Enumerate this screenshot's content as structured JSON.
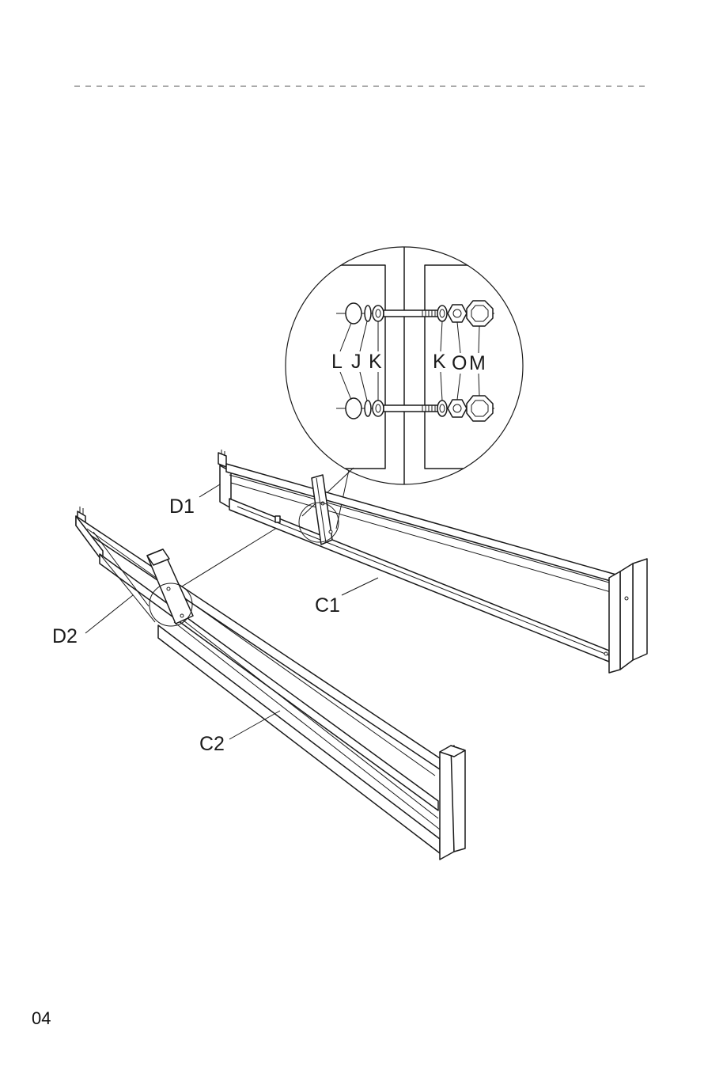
{
  "page": {
    "number": "04",
    "colors": {
      "ink": "#1a1a1a",
      "paper": "#ffffff"
    }
  },
  "labels": {
    "d1": "D1",
    "d2": "D2",
    "c1": "C1",
    "c2": "C2"
  },
  "detail": {
    "left_labels": [
      "L",
      "J",
      "K"
    ],
    "right_labels": [
      "K",
      "O",
      "M"
    ]
  }
}
